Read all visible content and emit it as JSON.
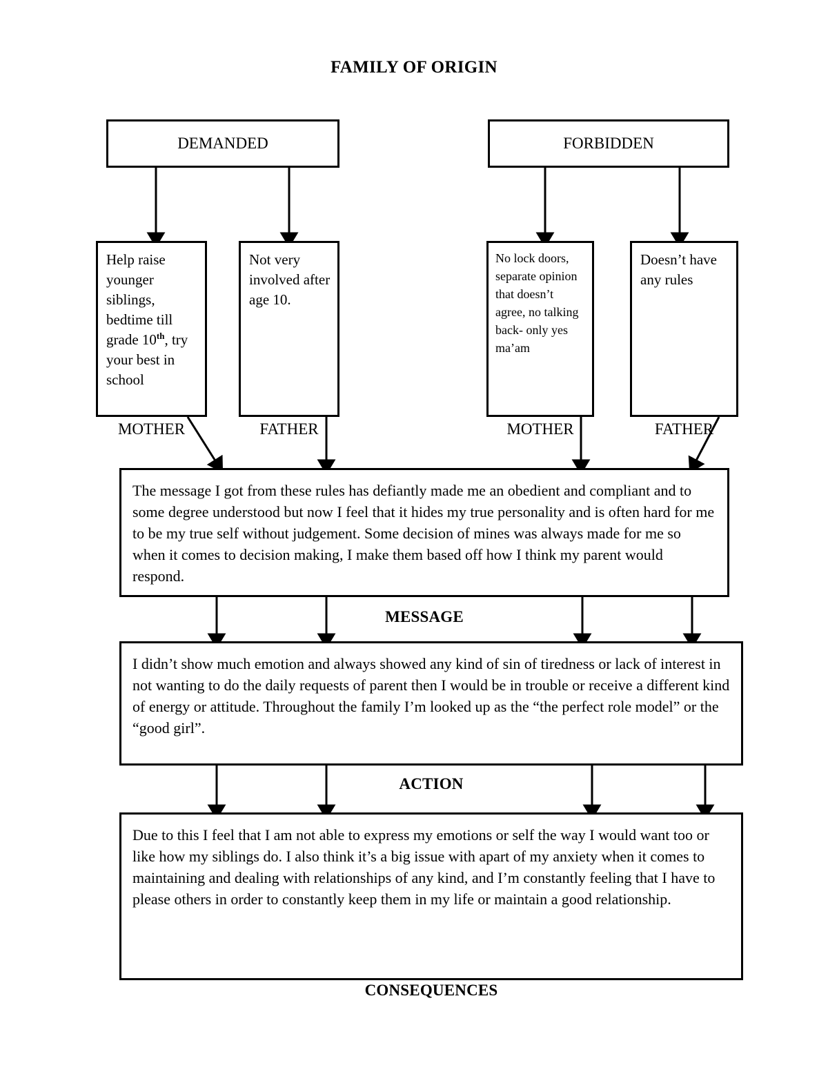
{
  "document": {
    "title": "FAMILY OF ORIGIN"
  },
  "headers": {
    "demanded": "DEMANDED",
    "forbidden": "FORBIDDEN"
  },
  "rules": [
    {
      "id": "demanded-mother",
      "parent_label": "MOTHER",
      "column": "DEMANDED",
      "text_before_superscript": "Help raise younger siblings, bedtime till grade 10",
      "superscript": "th",
      "text_after_superscript": ", try your best in school",
      "full_text": "Help raise younger siblings, bedtime till grade 10th, try your best in school"
    },
    {
      "id": "demanded-father",
      "parent_label": "FATHER",
      "column": "DEMANDED",
      "full_text": "Not very involved after age 10."
    },
    {
      "id": "forbidden-mother",
      "parent_label": "MOTHER",
      "column": "FORBIDDEN",
      "full_text": "No lock doors, separate opinion that doesn’t agree, no talking back- only yes ma’am"
    },
    {
      "id": "forbidden-father",
      "parent_label": "FATHER",
      "column": "FORBIDDEN",
      "full_text": "Doesn’t have any rules"
    }
  ],
  "sections": [
    {
      "id": "message",
      "label": "MESSAGE",
      "text": "The message I got from these rules has defiantly made me an obedient and compliant and to some degree understood but now I feel that it hides my true personality and is often hard for me to be my true self without judgement. Some decision of mines was always made for me so when it comes to decision making, I make them based off how I think my parent would respond."
    },
    {
      "id": "action",
      "label": "ACTION",
      "text": "I didn’t show much emotion and always showed any kind of sin of tiredness or lack of interest in not wanting to do the daily requests of parent then I would be in trouble or receive a different kind of energy or attitude. Throughout the family I’m looked up as the “the perfect role model” or the “good girl”."
    },
    {
      "id": "consequences",
      "label": "CONSEQUENCES",
      "text": "Due to this I feel that I am not able to express my emotions or self the way I would want too or like how my siblings do. I also think it’s a big issue with apart of my anxiety when it comes to maintaining and dealing with relationships of any kind, and I’m constantly feeling that I have to please others in order to constantly keep them in my life or maintain a good relationship."
    }
  ],
  "colors": {
    "stroke": "#000000",
    "background": "#ffffff",
    "text": "#000000"
  }
}
